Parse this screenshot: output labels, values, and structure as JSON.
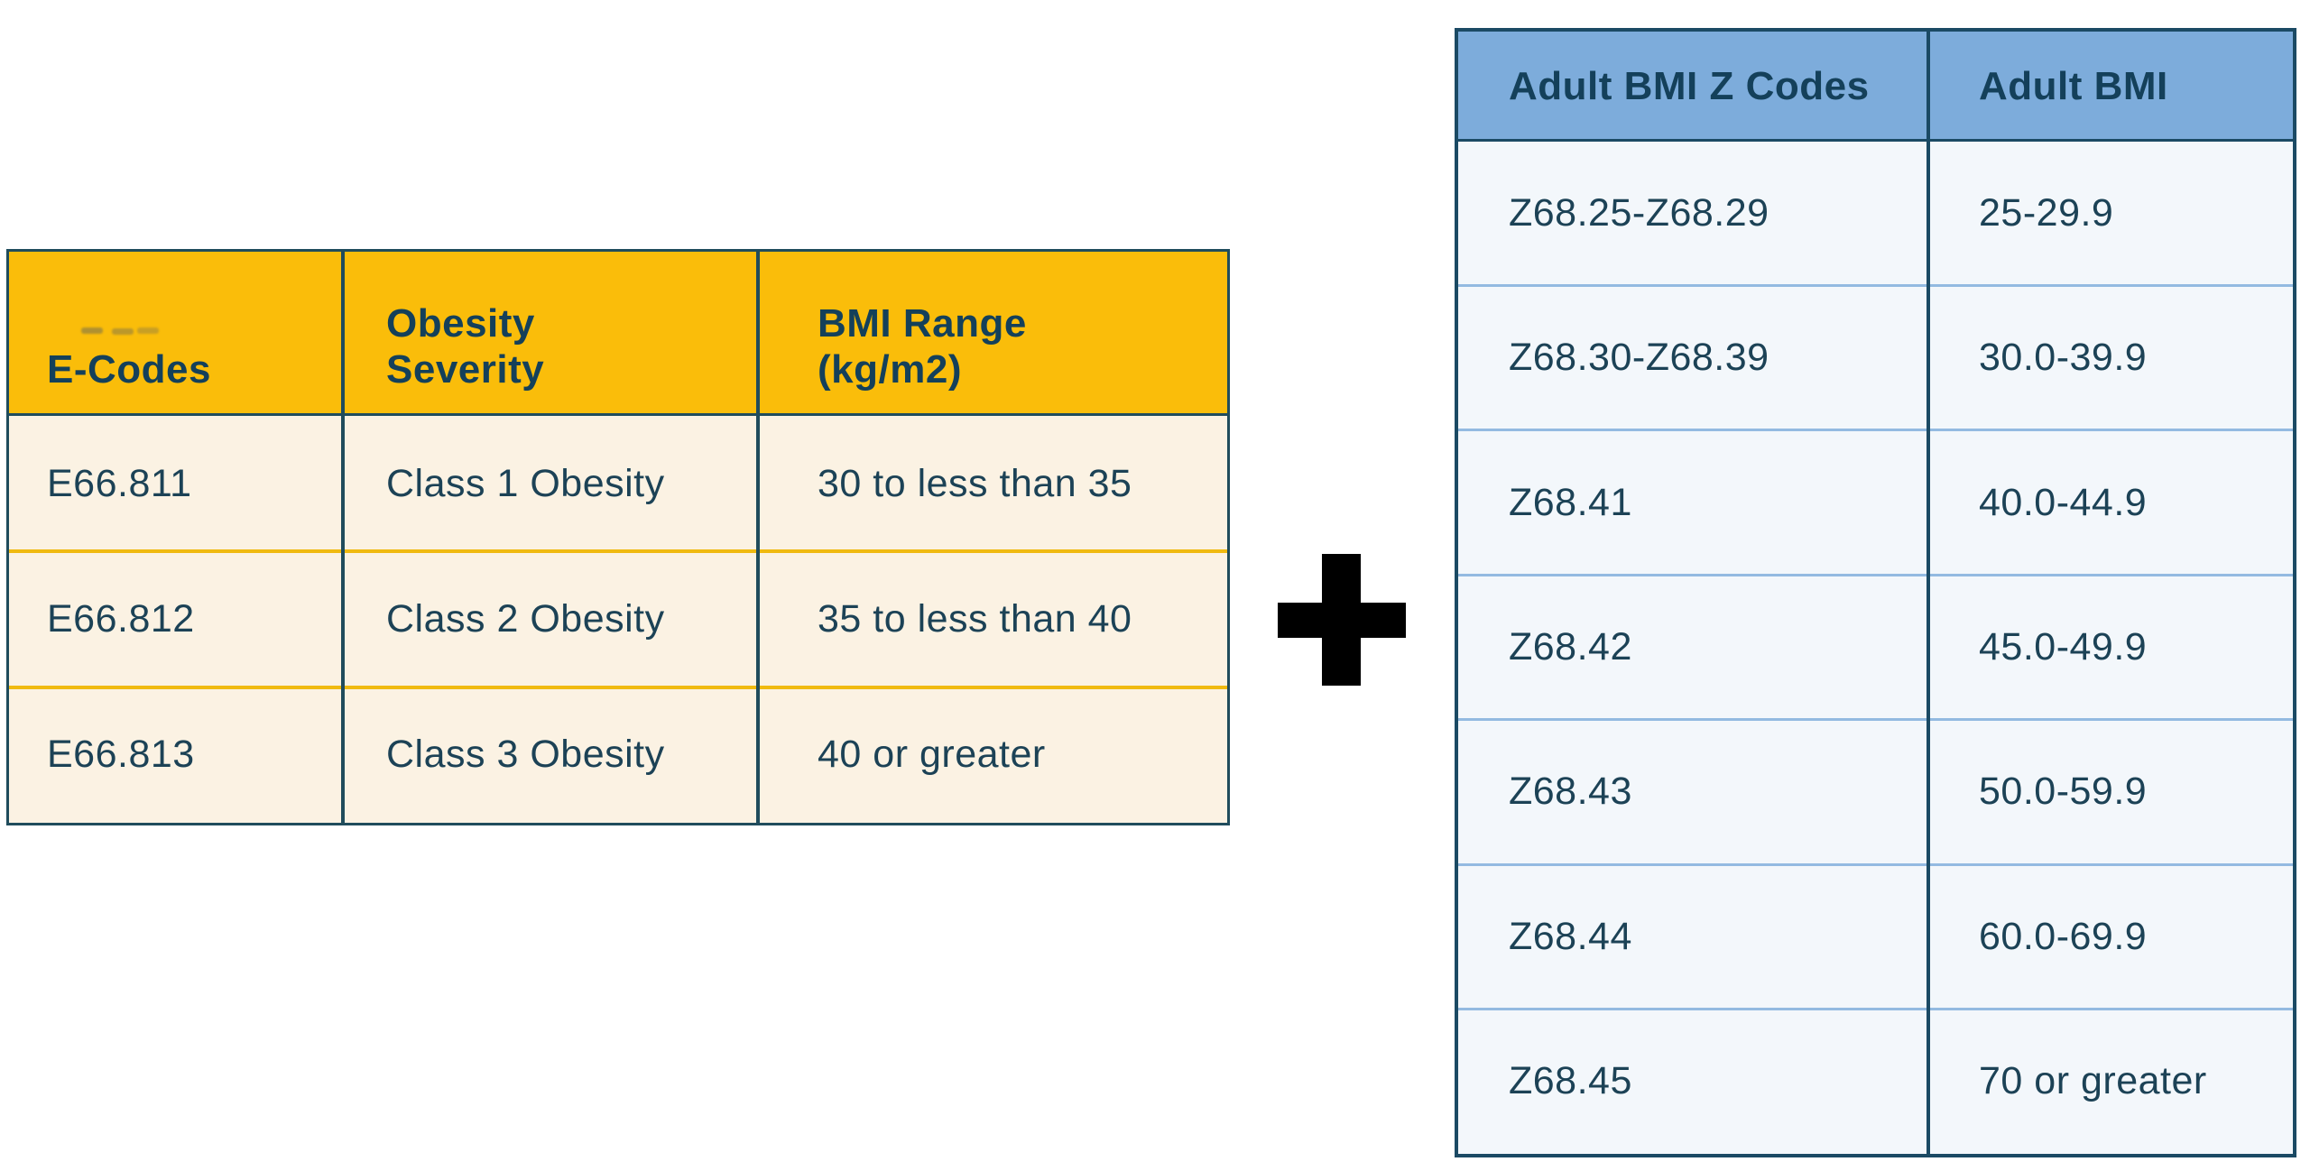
{
  "e_codes_table": {
    "headers": {
      "codes": "E-Codes",
      "severity": "Obesity\nSeverity",
      "bmi_range": "BMI Range\n(kg/m2)"
    },
    "rows": [
      {
        "code": "E66.811",
        "severity": "Class 1 Obesity",
        "range": "30 to less than 35"
      },
      {
        "code": "E66.812",
        "severity": "Class 2 Obesity",
        "range": "35 to less than 40"
      },
      {
        "code": "E66.813",
        "severity": "Class 3 Obesity",
        "range": "40 or greater"
      }
    ],
    "colors": {
      "header_bg": "#FABD0A",
      "body_bg": "#FBF2E3",
      "border": "#204C5C",
      "row_separator": "#F0BA10",
      "text": "#1C4256"
    }
  },
  "plus": {
    "meaning": "plus",
    "color": "#000000"
  },
  "z_codes_table": {
    "headers": {
      "codes": "Adult BMI Z Codes",
      "bmi": "Adult BMI"
    },
    "rows": [
      {
        "code": "Z68.25-Z68.29",
        "bmi": "25-29.9"
      },
      {
        "code": "Z68.30-Z68.39",
        "bmi": "30.0-39.9"
      },
      {
        "code": "Z68.41",
        "bmi": "40.0-44.9"
      },
      {
        "code": "Z68.42",
        "bmi": "45.0-49.9"
      },
      {
        "code": "Z68.43",
        "bmi": "50.0-59.9"
      },
      {
        "code": "Z68.44",
        "bmi": "60.0-69.9"
      },
      {
        "code": "Z68.45",
        "bmi": "70 or greater"
      }
    ],
    "colors": {
      "header_bg": "#7DACDB",
      "body_bg": "#F3F7FB",
      "border": "#1B4A64",
      "row_separator": "#93BAE1",
      "text": "#1C4256"
    }
  }
}
